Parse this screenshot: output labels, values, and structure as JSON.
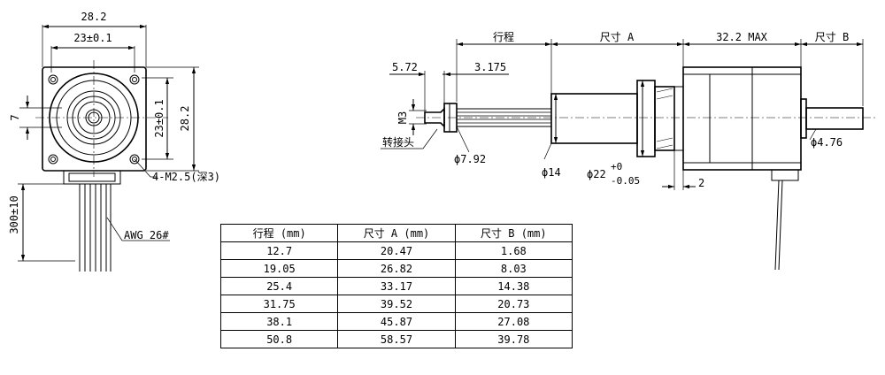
{
  "front_view": {
    "width_outer": "28.2",
    "width_holes": "23±0.1",
    "height_holes": "23±0.1",
    "height_outer": "28.2",
    "shaft_offset": "7",
    "mount_holes": "4-M2.5(深3)",
    "lead_length": "300±10",
    "wire_gauge": "AWG 26#"
  },
  "side_view": {
    "stroke": "行程",
    "dim_a": "尺寸 A",
    "body_length": "32.2 MAX",
    "dim_b": "尺寸 B",
    "dim_572": "5.72",
    "dim_3175": "3.175",
    "thread": "M3",
    "adapter": "转接头",
    "dia_792": "ϕ7.92",
    "dia_14": "ϕ14",
    "dia_22_base": "ϕ22",
    "dia_22_upper": "+0",
    "dia_22_lower": "-0.05",
    "dim_2": "2",
    "dia_476": "ϕ4.76"
  },
  "table": {
    "headers": [
      "行程 (mm)",
      "尺寸 A (mm)",
      "尺寸 B (mm)"
    ],
    "rows": [
      [
        "12.7",
        "20.47",
        "1.68"
      ],
      [
        "19.05",
        "26.82",
        "8.03"
      ],
      [
        "25.4",
        "33.17",
        "14.38"
      ],
      [
        "31.75",
        "39.52",
        "20.73"
      ],
      [
        "38.1",
        "45.87",
        "27.08"
      ],
      [
        "50.8",
        "58.57",
        "39.78"
      ]
    ]
  }
}
